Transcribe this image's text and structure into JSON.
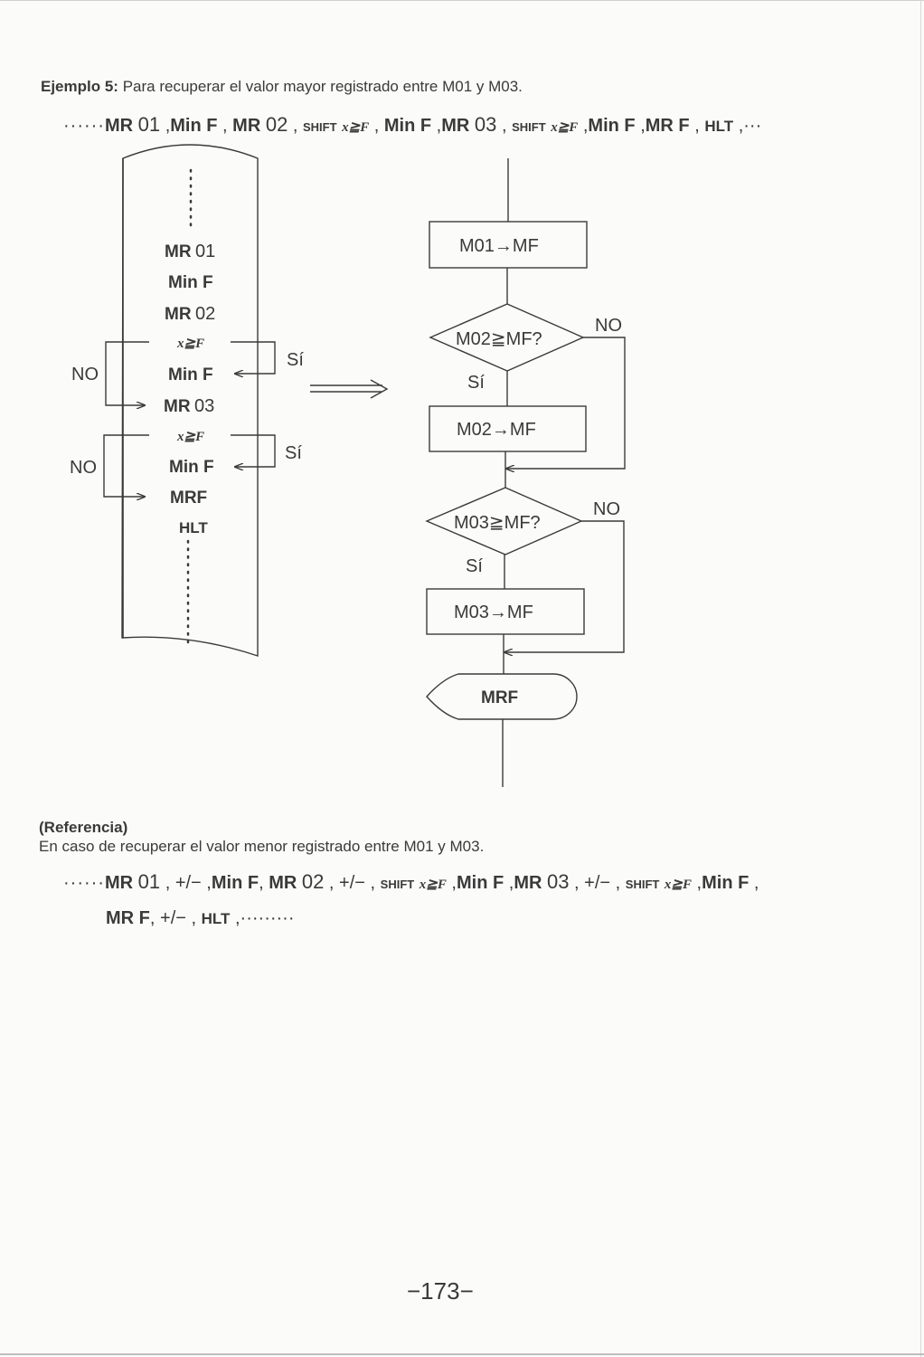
{
  "example": {
    "label": "Ejemplo 5:",
    "text": "Para recuperar el valor mayor registrado entre M01 y M03."
  },
  "sequence1": {
    "lead": "······",
    "mr": "MR",
    "n01": "01",
    "minf": "Min F",
    "n02": "02",
    "shift": "SHIFT",
    "xgef": "x≧F",
    "n03": "03",
    "mrf": "MR F",
    "hlt": "HLT",
    "sep": ",",
    "tail": "···"
  },
  "tape": {
    "mr01_a": "MR",
    "mr01_b": "01",
    "minf1": "Min F",
    "mr02_a": "MR",
    "mr02_b": "02",
    "x1": "x≧F",
    "minf2": "Min F",
    "mr03_a": "MR",
    "mr03_b": "03",
    "x2": "x≧F",
    "minf3": "Min F",
    "mrf": "MRF",
    "hlt": "HLT",
    "no1": "NO",
    "si1": "Sí",
    "no2": "NO",
    "si2": "Sí"
  },
  "flowchart": {
    "box1": "M01→MF",
    "diamond1": "M02≧MF?",
    "no1": "NO",
    "si1": "Sí",
    "box2": "M02→MF",
    "diamond2": "M03≧MF?",
    "no2": "NO",
    "si2": "Sí",
    "box3": "M03→MF",
    "terminal": "MRF"
  },
  "reference": {
    "title": "(Referencia)",
    "text": "En caso de recuperar el valor menor registrado entre M01 y M03."
  },
  "sequence2": {
    "lead": "······",
    "mr": "MR",
    "n01": "01",
    "pm": "+/−",
    "minf": "Min F",
    "n02": "02",
    "shift": "SHIFT",
    "xgef": "x≧F",
    "n03": "03",
    "mrf": "MR F",
    "hlt": "HLT",
    "sep": ",",
    "tail": "·········"
  },
  "page_number": "−173−"
}
